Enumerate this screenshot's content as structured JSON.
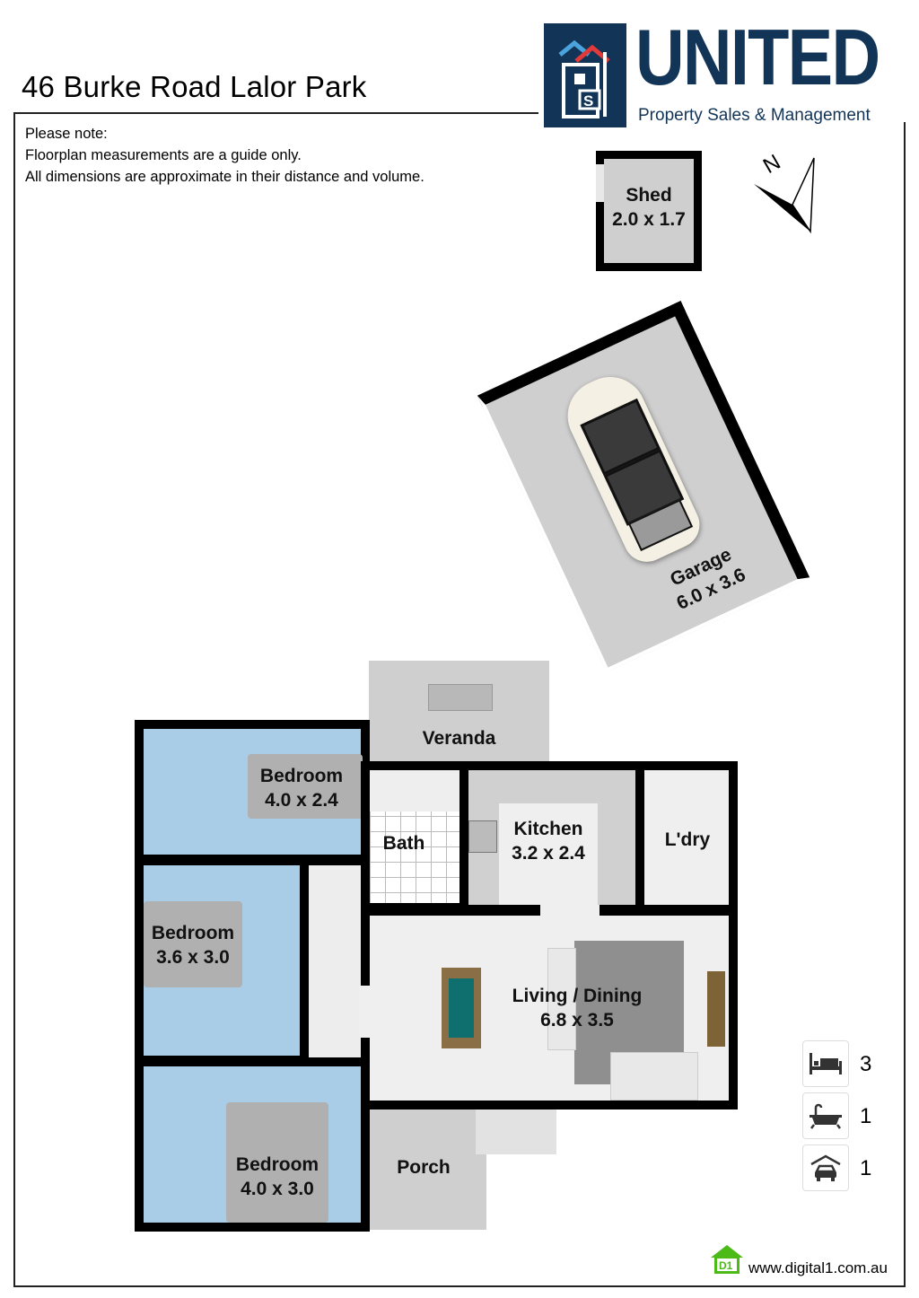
{
  "header": {
    "title": "46 Burke Road Lalor Park"
  },
  "note": {
    "lines": [
      "Please note:",
      "Floorplan measurements are a guide only.",
      "All dimensions are approximate in their distance and volume."
    ]
  },
  "brand": {
    "name": "UNITED",
    "tagline": "Property Sales & Management",
    "color": "#123457",
    "roof_colors": [
      "#4aa3dc",
      "#e03a3a"
    ]
  },
  "compass": {
    "label": "N"
  },
  "rooms": [
    {
      "id": "shed",
      "name": "Shed",
      "size": "2.0 x 1.7"
    },
    {
      "id": "garage",
      "name": "Garage",
      "size": "6.0 x 3.6"
    },
    {
      "id": "veranda",
      "name": "Veranda",
      "size": ""
    },
    {
      "id": "bedroom1",
      "name": "Bedroom",
      "size": "4.0 x 2.4"
    },
    {
      "id": "bath",
      "name": "Bath",
      "size": ""
    },
    {
      "id": "kitchen",
      "name": "Kitchen",
      "size": "3.2 x 2.4"
    },
    {
      "id": "laundry",
      "name": "L'dry",
      "size": ""
    },
    {
      "id": "bedroom2",
      "name": "Bedroom",
      "size": "3.6 x 3.0"
    },
    {
      "id": "living",
      "name": "Living / Dining",
      "size": "6.8 x 3.5"
    },
    {
      "id": "bedroom3",
      "name": "Bedroom",
      "size": "4.0 x 3.0"
    },
    {
      "id": "porch",
      "name": "Porch",
      "size": ""
    }
  ],
  "colors": {
    "bedroom_fill": "#a9cde6",
    "floor_fill": "#efefef",
    "outdoor_fill": "#cfcfcf",
    "wall": "#000000"
  },
  "stats": [
    {
      "icon": "bed-icon",
      "value": "3"
    },
    {
      "icon": "bathtub-icon",
      "value": "1"
    },
    {
      "icon": "garage-car-icon",
      "value": "1"
    }
  ],
  "footer": {
    "badge": "D1",
    "url": "www.digital1.com.au",
    "badge_color": "#4cbb17"
  }
}
